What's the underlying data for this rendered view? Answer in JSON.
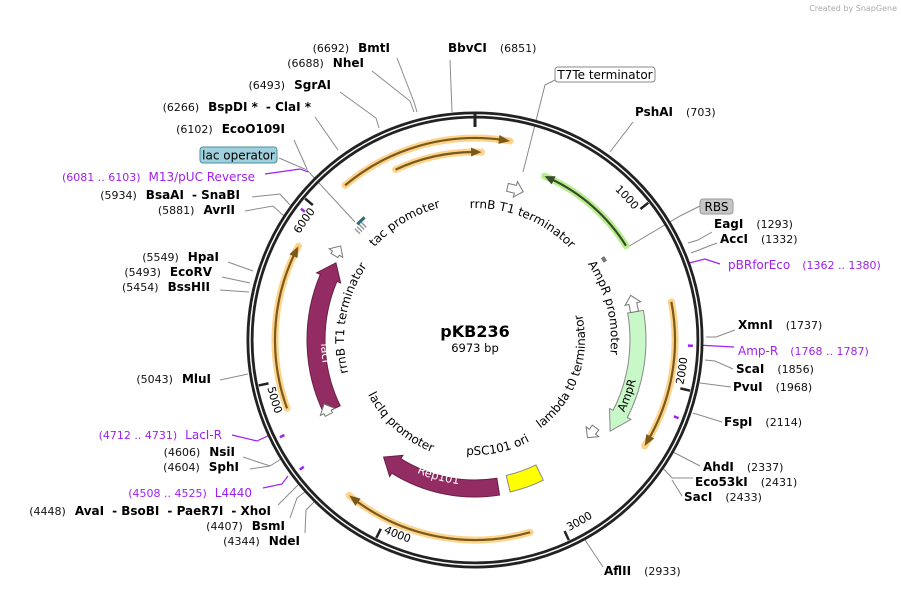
{
  "watermark": "Created by SnapGene",
  "colors": {
    "ring": "#222222",
    "orange_halo": "#fdd38c",
    "orange_line": "#7a5a1a",
    "green_halo": "#b8ee8e",
    "green_fill": "#c8f7c8",
    "purple": "#932c63",
    "yellow": "#ffff00",
    "primer": "#a020f0",
    "lac_box": "#9fd0dc",
    "rbs_box": "#c6c6c6",
    "tac_bar": "#2b6b7a"
  },
  "plasmid": {
    "name": "pKB236",
    "length": "6973 bp"
  },
  "ticks": [
    "1000",
    "2000",
    "3000",
    "4000",
    "5000",
    "6000"
  ],
  "enzymes_left": [
    {
      "pos": "(6692)",
      "names": [
        "BmtI"
      ]
    },
    {
      "pos": "(6688)",
      "names": [
        "NheI"
      ]
    },
    {
      "pos": "(6493)",
      "names": [
        "SgrAI"
      ]
    },
    {
      "pos": "(6266)",
      "names": [
        "BspDI *",
        "- ClaI *"
      ]
    },
    {
      "pos": "(6102)",
      "names": [
        "EcoO109I"
      ]
    },
    {
      "pos": "(5934)",
      "names": [
        "BsaAI",
        "- SnaBI"
      ]
    },
    {
      "pos": "(5881)",
      "names": [
        "AvrII"
      ]
    },
    {
      "pos": "(5549)",
      "names": [
        "HpaI"
      ]
    },
    {
      "pos": "(5493)",
      "names": [
        "EcoRV"
      ]
    },
    {
      "pos": "(5454)",
      "names": [
        "BssHII"
      ]
    },
    {
      "pos": "(5043)",
      "names": [
        "MluI"
      ]
    },
    {
      "pos": "(4606)",
      "names": [
        "NsiI"
      ]
    },
    {
      "pos": "(4604)",
      "names": [
        "SphI"
      ]
    },
    {
      "pos": "(4448)",
      "names": [
        "AvaI",
        "- BsoBI",
        "- PaeR7I",
        "- XhoI"
      ]
    },
    {
      "pos": "(4407)",
      "names": [
        "BsmI"
      ]
    },
    {
      "pos": "(4344)",
      "names": [
        "NdeI"
      ]
    }
  ],
  "enzymes_right": [
    {
      "names": [
        "BbvCI"
      ],
      "pos": "(6851)"
    },
    {
      "names": [
        "PshAI"
      ],
      "pos": "(703)"
    },
    {
      "names": [
        "EagI"
      ],
      "pos": "(1293)"
    },
    {
      "names": [
        "AccI"
      ],
      "pos": "(1332)"
    },
    {
      "names": [
        "XmnI"
      ],
      "pos": "(1737)"
    },
    {
      "names": [
        "ScaI"
      ],
      "pos": "(1856)"
    },
    {
      "names": [
        "PvuI"
      ],
      "pos": "(1968)"
    },
    {
      "names": [
        "FspI"
      ],
      "pos": "(2114)"
    },
    {
      "names": [
        "AhdI"
      ],
      "pos": "(2337)"
    },
    {
      "names": [
        "Eco53kI"
      ],
      "pos": "(2431)"
    },
    {
      "names": [
        "SacI"
      ],
      "pos": "(2433)"
    },
    {
      "names": [
        "AflII"
      ],
      "pos": "(2933)"
    }
  ],
  "primers_left": [
    {
      "pos": "(6081 .. 6103)",
      "name": "M13/pUC Reverse"
    },
    {
      "pos": "(4712 .. 4731)",
      "name": "LacI-R"
    },
    {
      "pos": "(4508 .. 4525)",
      "name": "L4440"
    }
  ],
  "primers_right": [
    {
      "name": "pBRforEco",
      "pos": "(1362 .. 1380)"
    },
    {
      "name": "Amp-R",
      "pos": "(1768 .. 1787)"
    }
  ],
  "boxed_features": {
    "lac_operator": "lac operator",
    "t7te": "T7Te terminator",
    "rbs": "RBS"
  },
  "features": {
    "rrnb_top": "rrnB T1 terminator",
    "tac": "tac promoter",
    "ampr_promoter": "AmpR promoter",
    "lambda": "lambda t0 terminator",
    "ampr": "AmpR",
    "psc101": "pSC101 ori",
    "laciq": "lacIq promoter",
    "rrnb_left": "rrnB T1 terminator",
    "laci": "lacI",
    "rep101": "Rep101"
  }
}
